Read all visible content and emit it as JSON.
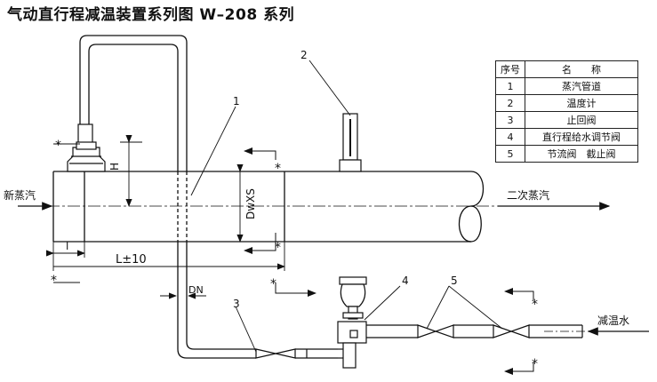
{
  "title": "气动直行程减温装置系列图 W–208 系列",
  "legend": {
    "headers": [
      "序号",
      "名　　称"
    ],
    "rows": [
      {
        "no": "1",
        "name": "蒸汽管道"
      },
      {
        "no": "2",
        "name": "温度计"
      },
      {
        "no": "3",
        "name": "止回阀"
      },
      {
        "no": "4",
        "name": "直行程给水调节阀"
      },
      {
        "no": "5",
        "name": "节流阀　截止阀"
      }
    ]
  },
  "labels": {
    "inlet": "新蒸汽",
    "outlet": "二次蒸汽",
    "water": "减温水",
    "dwxs": "DwXS",
    "h": "H",
    "l": "l",
    "L": "L±10",
    "dn": "DN",
    "star": "*",
    "callout_1": "1",
    "callout_2": "2",
    "callout_3": "3",
    "callout_4": "4",
    "callout_5": "5"
  }
}
